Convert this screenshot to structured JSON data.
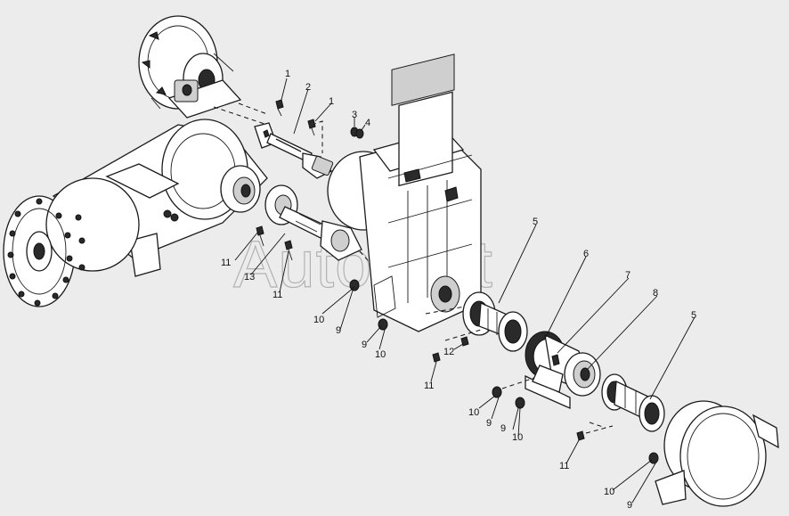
{
  "watermark": "AutoSoft",
  "callouts": [
    {
      "id": "c1a",
      "text": "1"
    },
    {
      "id": "c2",
      "text": "2"
    },
    {
      "id": "c1b",
      "text": "1"
    },
    {
      "id": "c3",
      "text": "3"
    },
    {
      "id": "c4",
      "text": "4"
    },
    {
      "id": "c5a",
      "text": "5"
    },
    {
      "id": "c6",
      "text": "6"
    },
    {
      "id": "c7",
      "text": "7"
    },
    {
      "id": "c8",
      "text": "8"
    },
    {
      "id": "c5b",
      "text": "5"
    },
    {
      "id": "c11a",
      "text": "11"
    },
    {
      "id": "c13",
      "text": "13"
    },
    {
      "id": "c11b",
      "text": "11"
    },
    {
      "id": "c10a",
      "text": "10"
    },
    {
      "id": "c9a",
      "text": "9"
    },
    {
      "id": "c9b",
      "text": "9"
    },
    {
      "id": "c10b",
      "text": "10"
    },
    {
      "id": "c12",
      "text": "12"
    },
    {
      "id": "c11c",
      "text": "11"
    },
    {
      "id": "c10c",
      "text": "10"
    },
    {
      "id": "c9c",
      "text": "9"
    },
    {
      "id": "c9d",
      "text": "9"
    },
    {
      "id": "c10d",
      "text": "10"
    },
    {
      "id": "c11d",
      "text": "11"
    },
    {
      "id": "c10e",
      "text": "10"
    },
    {
      "id": "c9e",
      "text": "9"
    }
  ]
}
